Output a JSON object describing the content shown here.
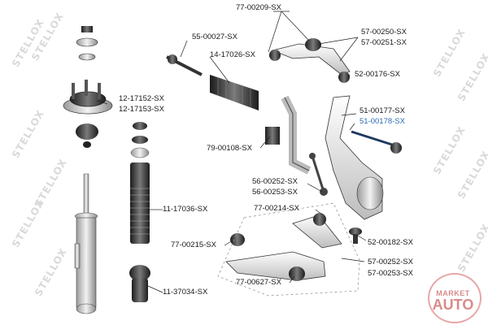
{
  "diagram": {
    "labels": {
      "upper_arm": "77-00209-SX",
      "inner_tie_rod": "55-00027-SX",
      "boot": "14-17026-SX",
      "bushing_upper_1": "57-00250-SX",
      "bushing_upper_2": "57-00251-SX",
      "ball_joint_upper": "52-00176-SX",
      "mount_1": "12-17152-SX",
      "mount_2": "12-17153-SX",
      "tie_rod_end_1": "51-00177-SX",
      "tie_rod_end_2": "51-00178-SX",
      "stab_bushing": "79-00108-SX",
      "stab_link_1": "56-00252-SX",
      "stab_link_2": "56-00253-SX",
      "lower_arm": "77-00214-SX",
      "dust_cover": "11-17036-SX",
      "ball_joint_lower": "52-00182-SX",
      "lower_arm_2": "77-00215-SX",
      "bushing_lower_1": "57-00252-SX",
      "bushing_lower_2": "57-00253-SX",
      "bump_stop": "11-37034-SX",
      "lower_bushing": "77-00627-SX"
    },
    "highlight_color": "#2b6cb0",
    "line_color": "#222222"
  },
  "watermark": {
    "text": "STELLOX"
  },
  "logo": {
    "line1": "MARKET",
    "line2": "AUTO"
  }
}
